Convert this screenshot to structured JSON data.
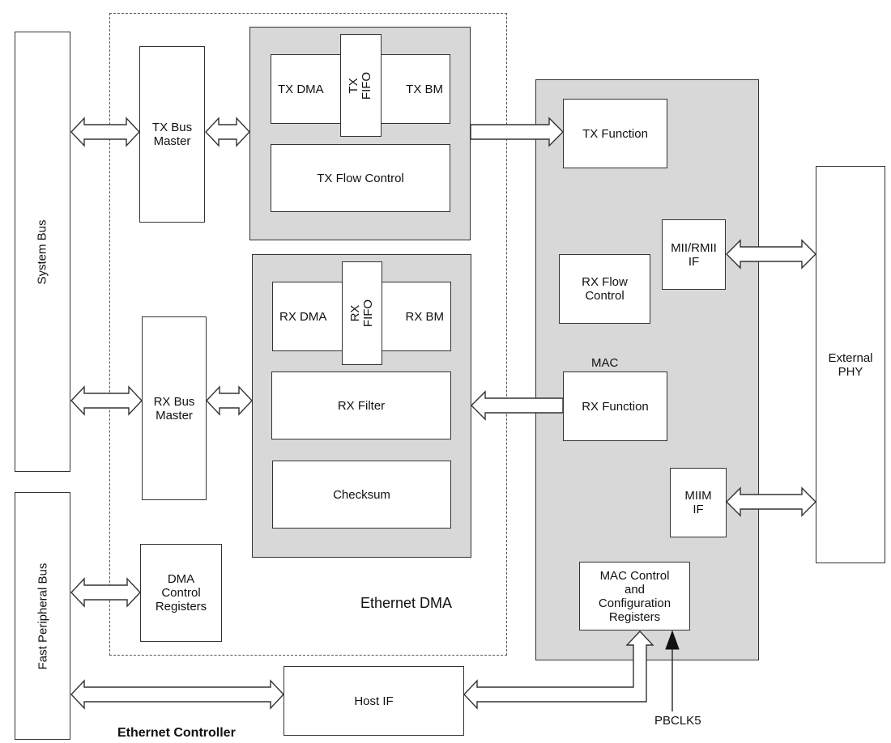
{
  "blocks": {
    "system_bus": "System Bus",
    "fast_peripheral_bus": "Fast Peripheral Bus",
    "tx_bus_master": [
      "TX Bus",
      "Master"
    ],
    "rx_bus_master": [
      "RX Bus",
      "Master"
    ],
    "dma_control_registers": [
      "DMA",
      "Control",
      "Registers"
    ],
    "tx_dma": "TX DMA",
    "tx_fifo": [
      "TX",
      "FIFO"
    ],
    "tx_bm": "TX BM",
    "tx_flow_control": "TX Flow Control",
    "rx_dma": "RX DMA",
    "rx_fifo": [
      "RX",
      "FIFO"
    ],
    "rx_bm": "RX BM",
    "rx_filter": "RX Filter",
    "checksum": "Checksum",
    "tx_function": "TX Function",
    "rx_flow_control": [
      "RX Flow",
      "Control"
    ],
    "mii_rmii_if": [
      "MII/RMII",
      "IF"
    ],
    "mac_label": "MAC",
    "rx_function": "RX Function",
    "miim_if": [
      "MIIM",
      "IF"
    ],
    "mac_control": [
      "MAC Control",
      "and",
      "Configuration",
      "Registers"
    ],
    "external_phy": [
      "External",
      "PHY"
    ],
    "host_if": "Host IF"
  },
  "labels": {
    "ethernet_dma": "Ethernet DMA",
    "ethernet_controller": "Ethernet Controller",
    "pbclk5": "PBCLK5"
  }
}
